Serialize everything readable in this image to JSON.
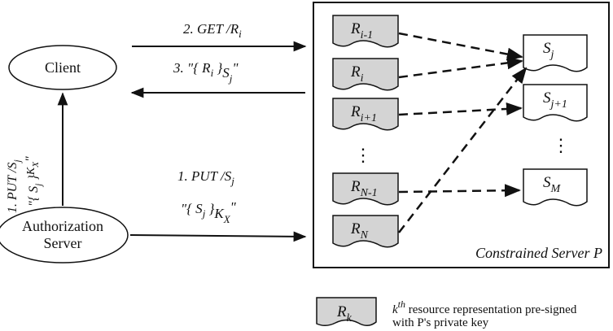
{
  "nodes": {
    "client": "Client",
    "auth_server_line1": "Authorization",
    "auth_server_line2": "Server",
    "constrained_server": "Constrained Server P"
  },
  "messages": {
    "get": {
      "num": "2. GET /R",
      "sub": "i"
    },
    "reply": {
      "q1": "3. \"{ R",
      "sub1": "i",
      "q2": " }",
      "s": "S",
      "sub2": "j",
      "q3": "\""
    },
    "put_h": {
      "line1": "1. PUT /S",
      "sub1": "j",
      "line2a": "\"{ S",
      "sub2": "j",
      "line2b": " }",
      "k": "K",
      "subk": "X",
      "line2c": "\""
    },
    "put_v": {
      "line1": "1. PUT /S",
      "sub1": "j",
      "line2a": "\"{ S",
      "sub2": "j",
      "line2b": " }",
      "k": "K",
      "subk": "X",
      "line2c": "\""
    }
  },
  "resources": [
    {
      "base": "R",
      "sub": "i-1"
    },
    {
      "base": "R",
      "sub": "i"
    },
    {
      "base": "R",
      "sub": "i+1"
    },
    {
      "base": "R",
      "sub": "N-1"
    },
    {
      "base": "R",
      "sub": "N"
    }
  ],
  "signed": [
    {
      "base": "S",
      "sub": "j"
    },
    {
      "base": "S",
      "sub": "j+1"
    },
    {
      "base": "S",
      "sub": "M"
    }
  ],
  "ellipsis": "⋮",
  "legend": {
    "symbol_base": "R",
    "symbol_sub": "k",
    "k": "k",
    "th": "th",
    "line1": " resource representation pre-signed",
    "line2": "with P's private key"
  },
  "colors": {
    "resource_fill": "#d4d4d4",
    "stroke": "#111111"
  }
}
